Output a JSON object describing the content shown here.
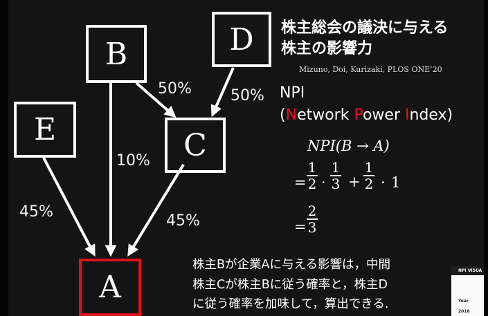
{
  "nodes": {
    "A": "A",
    "B": "B",
    "C": "C",
    "D": "D",
    "E": "E"
  },
  "edges": {
    "b_to_c": "50%",
    "d_to_c": "50%",
    "b_to_a": "10%",
    "e_to_a": "45%",
    "c_to_a": "45%"
  },
  "title": {
    "line1": "株主総会の議決に与える",
    "line2": "株主の影響力"
  },
  "citation": "Mizuno, Doi, Kurizaki, PLOS ONE’20",
  "npi": {
    "label": "NPI",
    "open_paren": "(",
    "w1_first": "N",
    "w1_rest": "etwork ",
    "w2_first": "P",
    "w2_rest": "ower ",
    "w3_first": "I",
    "w3_rest": "ndex)"
  },
  "formula": {
    "lhs": "NPI(B → A)",
    "eq": "=",
    "f1_num": "1",
    "f1_den": "2",
    "dot1": "·",
    "f2_num": "1",
    "f2_den": "3",
    "plus": "+",
    "f3_num": "1",
    "f3_den": "2",
    "dot2": "·",
    "one": "1",
    "eq2": "=",
    "r_num": "2",
    "r_den": "3"
  },
  "note": {
    "line1": "株主Bが企業Aに与える影響は，中間",
    "line2": "株主Cが株主Bに従う確率と，株主D",
    "line3": "に従う確率を加味して，算出できる."
  },
  "inset": {
    "title": "NPI VISUA",
    "label": "Year",
    "value": "2016"
  },
  "colors": {
    "background": "#141414",
    "accent": "#e0121b",
    "foreground": "#ffffff"
  }
}
